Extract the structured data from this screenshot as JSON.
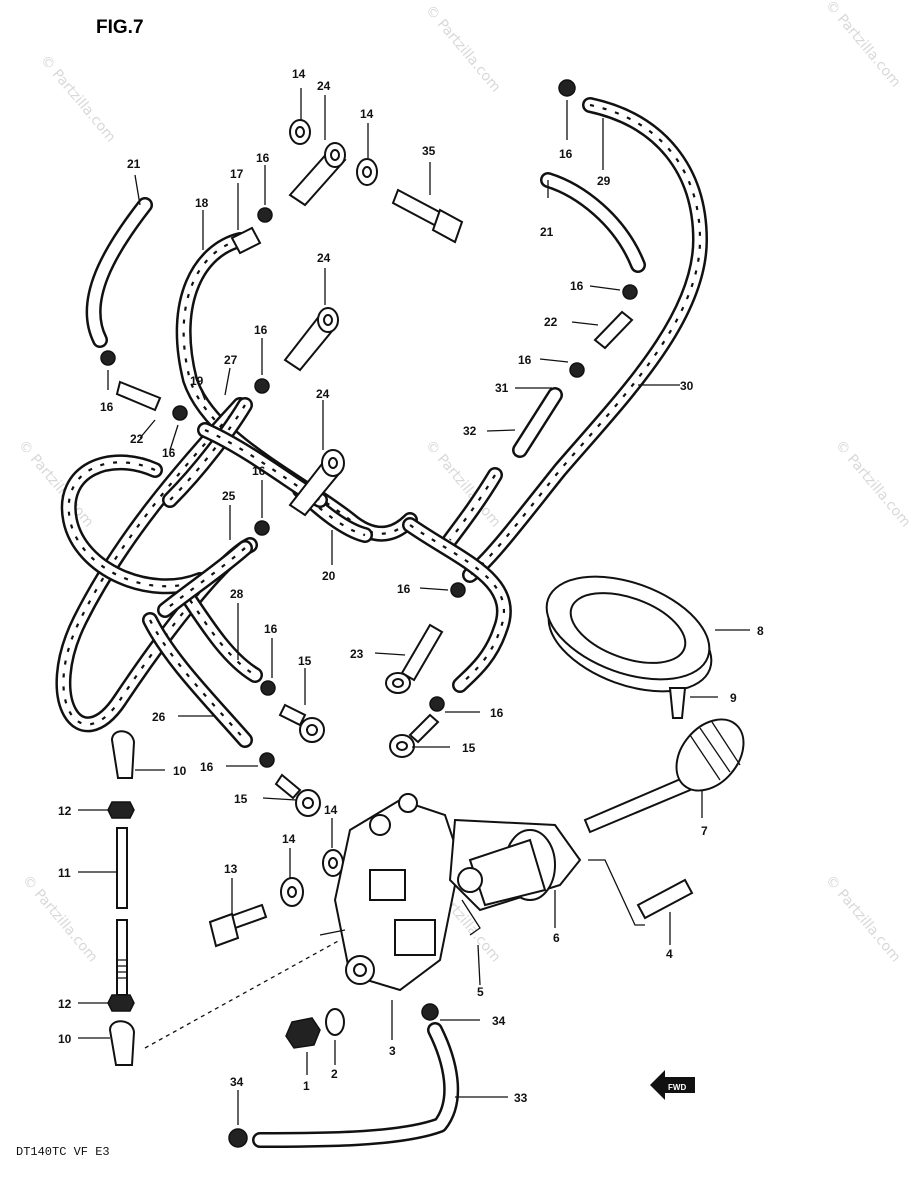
{
  "title": "FIG.7",
  "model": "DT140TC  VF  E3",
  "watermark": "© Partzilla.com",
  "front_mark": "FWD",
  "callouts": [
    {
      "id": "c14a",
      "text": "14"
    },
    {
      "id": "c24a",
      "text": "24"
    },
    {
      "id": "c14b",
      "text": "14"
    },
    {
      "id": "c35",
      "text": "35"
    },
    {
      "id": "c16a",
      "text": "16"
    },
    {
      "id": "c29",
      "text": "29"
    },
    {
      "id": "c21a",
      "text": "21"
    },
    {
      "id": "c17",
      "text": "17"
    },
    {
      "id": "c16b",
      "text": "16"
    },
    {
      "id": "c18",
      "text": "18"
    },
    {
      "id": "c21b",
      "text": "21"
    },
    {
      "id": "c24b",
      "text": "24"
    },
    {
      "id": "c16c",
      "text": "16"
    },
    {
      "id": "c22a",
      "text": "22"
    },
    {
      "id": "c16d",
      "text": "16"
    },
    {
      "id": "c27",
      "text": "27"
    },
    {
      "id": "c16e",
      "text": "16"
    },
    {
      "id": "c19",
      "text": "19"
    },
    {
      "id": "c31",
      "text": "31"
    },
    {
      "id": "c30",
      "text": "30"
    },
    {
      "id": "c16f",
      "text": "16"
    },
    {
      "id": "c22b",
      "text": "22"
    },
    {
      "id": "c16g",
      "text": "16"
    },
    {
      "id": "c24c",
      "text": "24"
    },
    {
      "id": "c32",
      "text": "32"
    },
    {
      "id": "c16h",
      "text": "16"
    },
    {
      "id": "c25",
      "text": "25"
    },
    {
      "id": "c20",
      "text": "20"
    },
    {
      "id": "c16i",
      "text": "16"
    },
    {
      "id": "c8",
      "text": "8"
    },
    {
      "id": "c28",
      "text": "28"
    },
    {
      "id": "c16j",
      "text": "16"
    },
    {
      "id": "c23",
      "text": "23"
    },
    {
      "id": "c15a",
      "text": "15"
    },
    {
      "id": "c9",
      "text": "9"
    },
    {
      "id": "c16k",
      "text": "16"
    },
    {
      "id": "c26",
      "text": "26"
    },
    {
      "id": "c15b",
      "text": "15"
    },
    {
      "id": "c10a",
      "text": "10"
    },
    {
      "id": "c16l",
      "text": "16"
    },
    {
      "id": "c15c",
      "text": "15"
    },
    {
      "id": "c14c",
      "text": "14"
    },
    {
      "id": "c7",
      "text": "7"
    },
    {
      "id": "c12a",
      "text": "12"
    },
    {
      "id": "c11",
      "text": "11"
    },
    {
      "id": "c14d",
      "text": "14"
    },
    {
      "id": "c13",
      "text": "13"
    },
    {
      "id": "c6",
      "text": "6"
    },
    {
      "id": "c4",
      "text": "4"
    },
    {
      "id": "c5",
      "text": "5"
    },
    {
      "id": "c12b",
      "text": "12"
    },
    {
      "id": "c34a",
      "text": "34"
    },
    {
      "id": "c10b",
      "text": "10"
    },
    {
      "id": "c3",
      "text": "3"
    },
    {
      "id": "c2",
      "text": "2"
    },
    {
      "id": "c1",
      "text": "1"
    },
    {
      "id": "c34b",
      "text": "34"
    },
    {
      "id": "c33",
      "text": "33"
    }
  ]
}
